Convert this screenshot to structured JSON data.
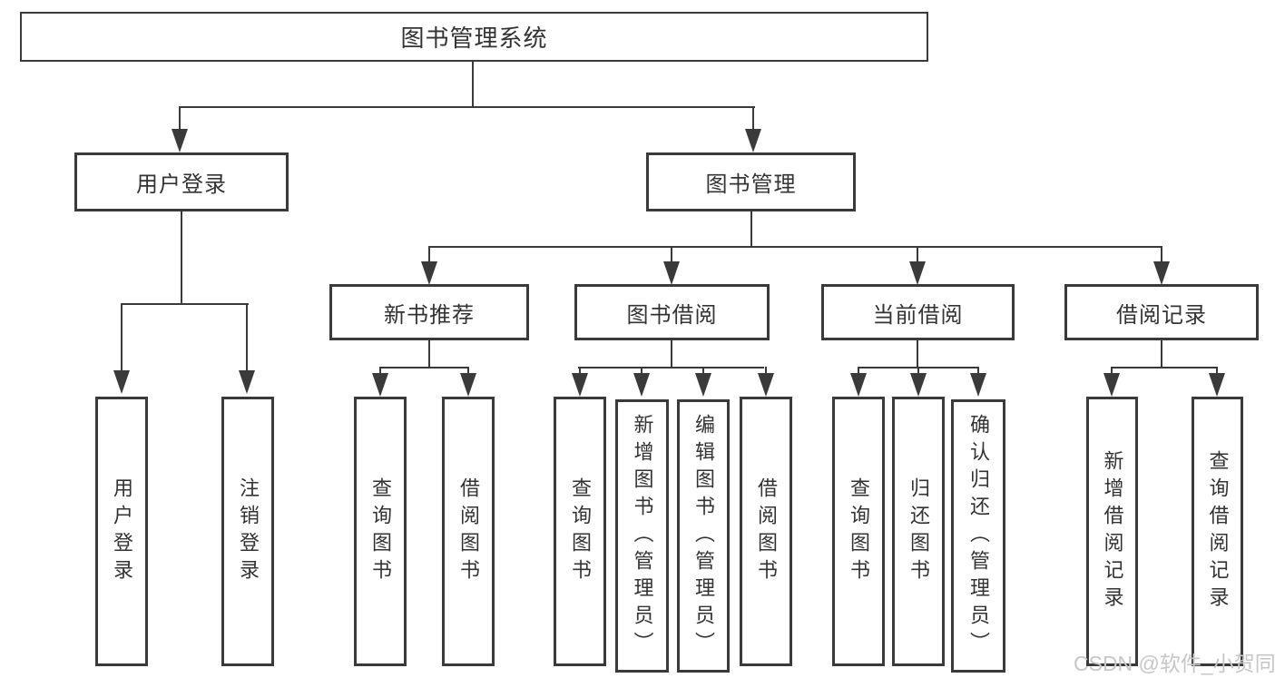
{
  "diagram": {
    "title": {
      "label": "图书管理系统"
    },
    "login_branch": {
      "label": "用户登录",
      "children": [
        {
          "label": "用户登录"
        },
        {
          "label": "注销登录"
        }
      ]
    },
    "mgmt_branch": {
      "label": "图书管理",
      "groups": [
        {
          "label": "新书推荐",
          "children": [
            {
              "label": "查询图书"
            },
            {
              "label": "借阅图书"
            }
          ]
        },
        {
          "label": "图书借阅",
          "children": [
            {
              "label": "查询图书"
            },
            {
              "label": "新增图书（管理员）"
            },
            {
              "label": "编辑图书（管理员）"
            },
            {
              "label": "借阅图书"
            }
          ]
        },
        {
          "label": "当前借阅",
          "children": [
            {
              "label": "查询图书"
            },
            {
              "label": "归还图书"
            },
            {
              "label": "确认归还（管理员）"
            }
          ]
        },
        {
          "label": "借阅记录",
          "children": [
            {
              "label": "新增借阅记录"
            },
            {
              "label": "查询借阅记录"
            }
          ]
        }
      ]
    },
    "watermark": "CSDN @软件_小贺同学",
    "colors": {
      "line": "#3a3a3a",
      "text": "#333333",
      "watermark": "#c6c6c6",
      "background": "#ffffff"
    }
  }
}
